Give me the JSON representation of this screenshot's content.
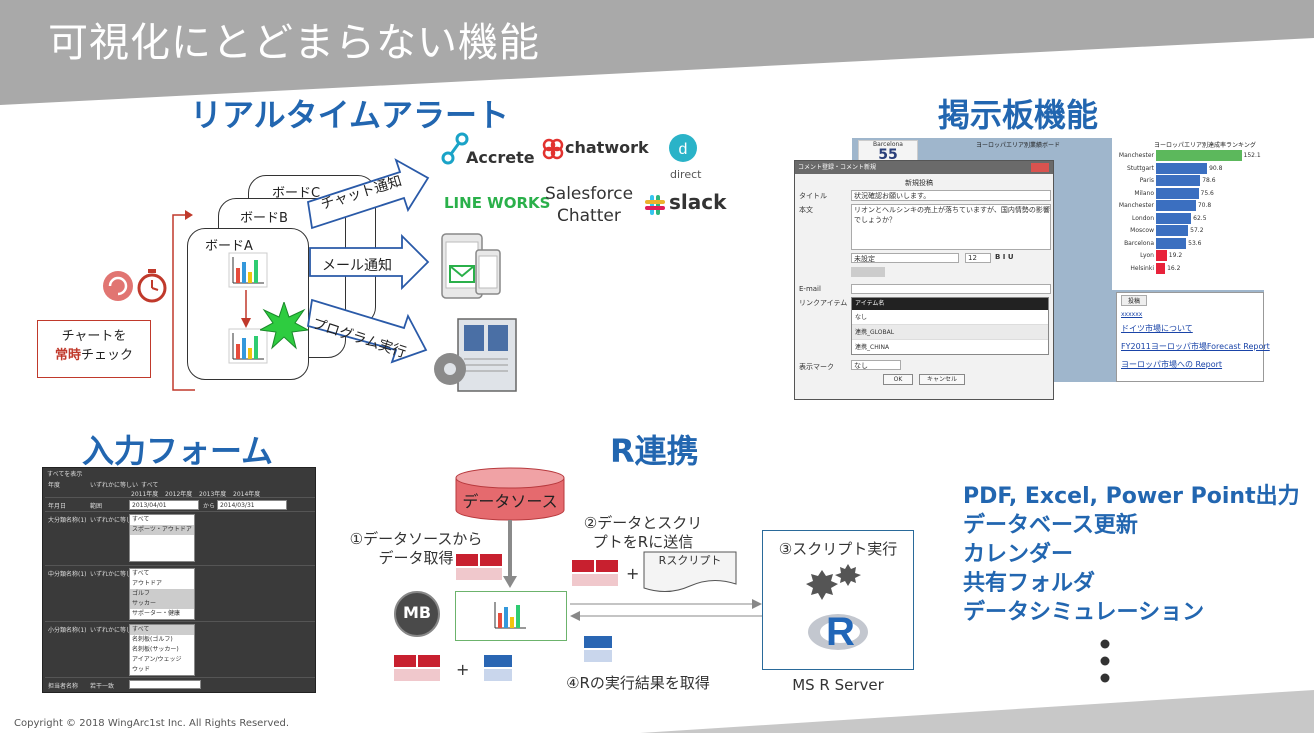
{
  "slide": {
    "title": "可視化にとどまらない機能",
    "copyright": "Copyright © 2018 WingArc1st Inc.  All Rights Reserved."
  },
  "sections": {
    "alert": "リアルタイムアラート",
    "bbs": "掲示板機能",
    "form": "入力フォーム",
    "r": "R連携"
  },
  "alert": {
    "boards": [
      "ボードC",
      "ボードB",
      "ボードA"
    ],
    "arrows": [
      "チャット通知",
      "メール通知",
      "プログラム実行"
    ],
    "callout_line1": "チャートを",
    "callout_strong": "常時",
    "callout_line2": "チェック",
    "brands": {
      "accrete": "Accrete",
      "chatwork": "chatwork",
      "direct": "direct",
      "lineworks": "LINE WORKS",
      "salesforce_1": "Salesforce",
      "salesforce_2": "Chatter",
      "slack": "slack"
    }
  },
  "bbs": {
    "dialog_title": "コメント登録・コメント新規",
    "new_post": "新規投稿",
    "title_label": "タイトル",
    "title_value": "状況確認お願いします。",
    "body_label": "本文",
    "body_value": "リオンとヘルシンキの売上が落ちていますが、国内情勢の影響でしょうか？",
    "font_select": "未設定",
    "font_size": "12",
    "email_label": "E-mail",
    "link_label": "リンクアイテム",
    "item_header": "アイテム名",
    "items": [
      "なし",
      "連携_GLOBAL",
      "連携_CHINA"
    ],
    "display_mark_label": "表示マーク",
    "display_mark_value": "なし",
    "ok_label": "OK",
    "cancel_label": "キャンセル",
    "map_title": "ヨーロッパエリア別業績ボード",
    "ranking_title": "ヨーロッパエリア別達成率ランキング",
    "gauge_value": "55",
    "gauge_label": "Barcelona",
    "ranking": [
      {
        "city": "Manchester",
        "value": 152.1
      },
      {
        "city": "Stuttgart",
        "value": 90.8
      },
      {
        "city": "Paris",
        "value": 78.6
      },
      {
        "city": "Milano",
        "value": 75.6
      },
      {
        "city": "Manchester",
        "value": 70.8
      },
      {
        "city": "London",
        "value": 62.5
      },
      {
        "city": "Moscow",
        "value": 57.2
      },
      {
        "city": "Barcelona",
        "value": 53.6
      },
      {
        "city": "Lyon",
        "value": 19.2
      },
      {
        "city": "Helsinki",
        "value": 16.2
      }
    ],
    "ranking_colors": {
      "top": "#5cb85c",
      "normal": "#3b6fc0",
      "low": "#e8223a"
    },
    "bbs_list_button": "投稿",
    "bbs_posts": [
      "xxxxxx",
      "ドイツ市場について",
      "FY2011ヨーロッパ市場Forecast Report",
      "ヨーロッパ市場への Report"
    ]
  },
  "form": {
    "header": "すべてを表示",
    "rows": [
      {
        "label": "年度",
        "cond": "いずれかに等しい"
      },
      {
        "label": "年月日",
        "cond": "範囲"
      },
      {
        "label": "大分類名称(1)",
        "cond": "いずれかに等しい"
      },
      {
        "label": "中分類名称(1)",
        "cond": "いずれかに等しい"
      },
      {
        "label": "小分類名称(1)",
        "cond": "いずれかに等しい"
      },
      {
        "label": "担当者名称",
        "cond": "若干一致"
      }
    ],
    "year_options": [
      "すべて",
      "2011年度",
      "2012年度",
      "2013年度",
      "2014年度"
    ],
    "date_from": "2013/04/01",
    "date_to_label": "から",
    "date_to": "2014/03/31",
    "cat1": [
      "すべて",
      "スポーツ・アウトドア"
    ],
    "cat2": [
      "すべて",
      "アウトドア",
      "ゴルフ",
      "サッカー",
      "サポーター・健康"
    ],
    "cat3": [
      "すべて",
      "名刺板(ゴルフ)",
      "名刺板(サッカー)",
      "アイアン/ウェッジ",
      "ウッド"
    ]
  },
  "r": {
    "datasource": "データソース",
    "step1_l1": "①データソースから",
    "step1_l2": "データ取得",
    "step2_l1": "②データとスクリ",
    "step2_l2": "プトをRに送信",
    "script_doc": "Rスクリプト",
    "step3": "③スクリプト実行",
    "step4": "④Rの実行結果を取得",
    "server_label": "MS R Server",
    "mb_logo": "MB",
    "r_logo": "R",
    "plus": "+"
  },
  "features": {
    "items": [
      "PDF, Excel, Power Point出力",
      "データベース更新",
      "カレンダー",
      "共有フォルダ",
      "データシミュレーション"
    ]
  },
  "colors": {
    "header_gray": "#a9a9a9",
    "accent_blue": "#2266b0",
    "arrow_blue": "#2a5aa8",
    "alert_red": "#c0392b"
  }
}
